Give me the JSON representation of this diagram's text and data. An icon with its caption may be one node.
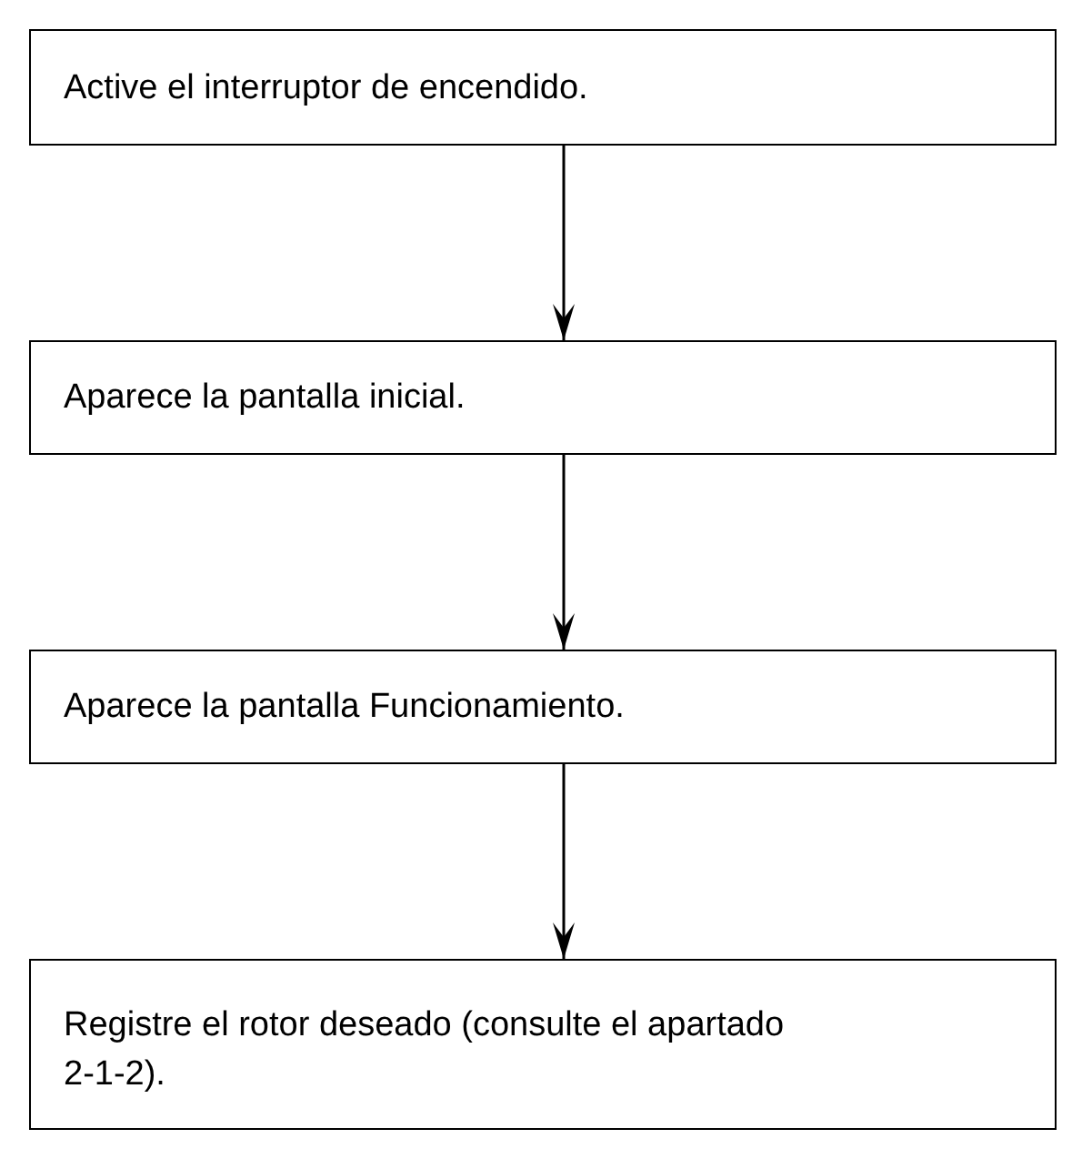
{
  "diagram": {
    "nodes": [
      {
        "text": [
          "Active el interruptor de encendido."
        ]
      },
      {
        "text": [
          "Aparece la pantalla inicial."
        ]
      },
      {
        "text": [
          "Aparece la pantalla Funcionamiento."
        ]
      },
      {
        "text": [
          "Registre el rotor deseado (consulte el apartado 2-1-2)."
        ]
      }
    ],
    "edges": [
      {
        "from": 0,
        "to": 1,
        "arrow": "to"
      },
      {
        "from": 1,
        "to": 2,
        "arrow": "to"
      },
      {
        "from": 2,
        "to": 3,
        "arrow": "to"
      }
    ]
  }
}
